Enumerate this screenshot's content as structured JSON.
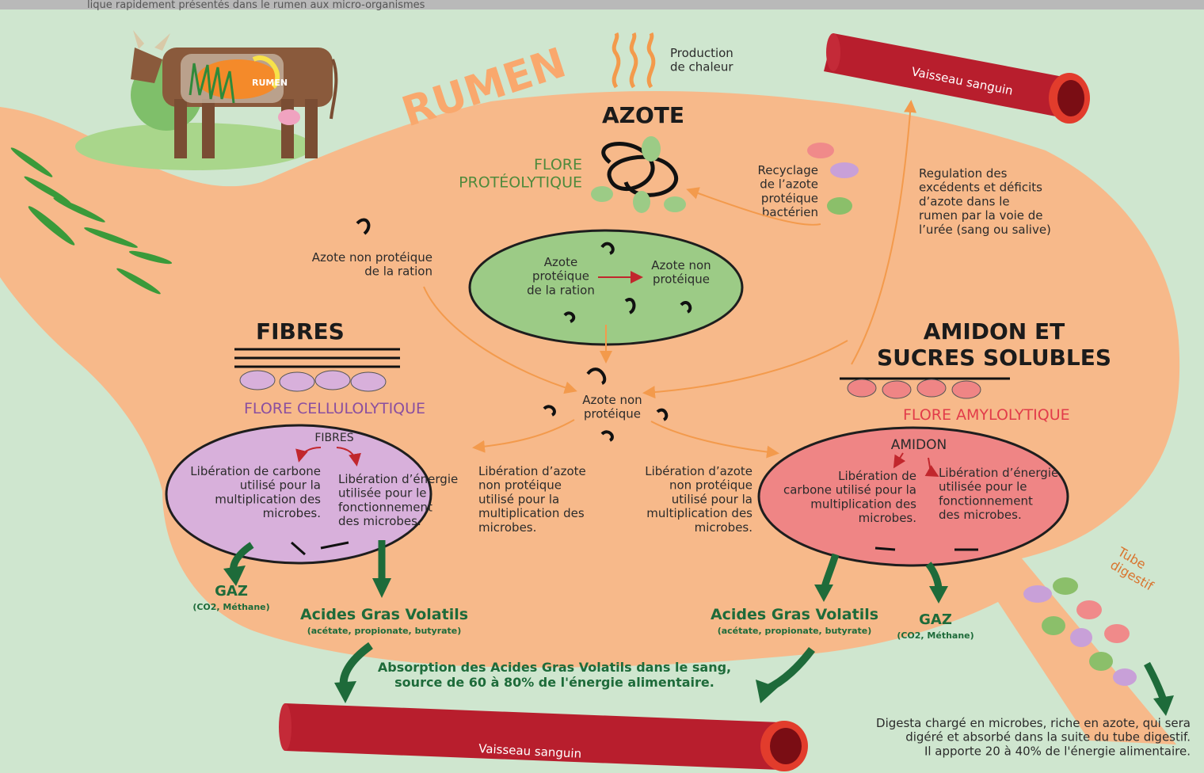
{
  "header_fragment": "lique rapidement présentés dans le rumen aux micro-organismes",
  "rumen_label": "RUMEN",
  "cow_rumen_label": "RUMEN",
  "heat": "Production\nde chaleur",
  "vessel_top": "Vaisseau sanguin",
  "vessel_bottom": "Vaisseau sanguin",
  "azote": {
    "title": "AZOTE",
    "flora": "FLORE\nPROTÉOLYTIQUE",
    "recycling": "Recyclage\nde l’azote\nprotéique\nbactérien",
    "regulation": "Regulation des\nexcédents et déficits\nd’azote dans le\nrumen par la voie de\nl’urée (sang ou salive)",
    "npn_ration": "Azote non protéique\nde la ration",
    "oval_left": "Azote\nprotéique\nde la ration",
    "oval_right": "Azote non\nprotéique",
    "center": "Azote non\nprotéique",
    "release_left": "Libération d’azote\nnon protéique\nutilisé pour la\nmultiplication des\nmicrobes.",
    "release_right": "Libération d’azote\nnon protéique\nutilisé pour la\nmultiplication des\nmicrobes."
  },
  "fibres": {
    "title": "FIBRES",
    "flora": "FLORE CELLULOLYTIQUE",
    "oval_title": "FIBRES",
    "carbon": "Libération de carbone\nutilisé pour la\nmultiplication des\nmicrobes.",
    "energy": "Libération d’énergie\nutilisée pour le\nfonctionnement\ndes microbes.",
    "gas": "GAZ",
    "gas_sub": "(CO2, Méthane)",
    "agv": "Acides Gras Volatils",
    "agv_sub": "(acétate, propionate, butyrate)"
  },
  "amidon": {
    "title": "AMIDON ET\nSUCRES SOLUBLES",
    "flora": "FLORE AMYLOLYTIQUE",
    "oval_title": "AMIDON",
    "carbon": "Libération de\ncarbone utilisé pour la\nmultiplication des\nmicrobes.",
    "energy": "Libération d’énergie\nutilisée pour le\nfonctionnement\ndes microbes.",
    "agv": "Acides Gras Volatils",
    "agv_sub": "(acétate, propionate, butyrate)",
    "gas": "GAZ",
    "gas_sub": "(CO2, Méthane)"
  },
  "absorption": "Absorption des Acides Gras Volatils dans le sang,\nsource de 60 à 80% de l'énergie alimentaire.",
  "tube": "Tube\ndigestif",
  "digesta": "Digesta chargé en microbes, riche en azote, qui sera\ndigéré et absorbé dans la suite du tube digestif.\nIl apporte 20 à 40% de l'énergie alimentaire.",
  "colors": {
    "background": "#cfe6cf",
    "rumen": "#f7b98a",
    "vessel": "#b81e2d",
    "arrow_green": "#1e6b3a",
    "arrow_orange": "#f39a4c",
    "oval_green": "#9ccb86",
    "oval_purple": "#d8b0db",
    "oval_red": "#ef8585"
  }
}
